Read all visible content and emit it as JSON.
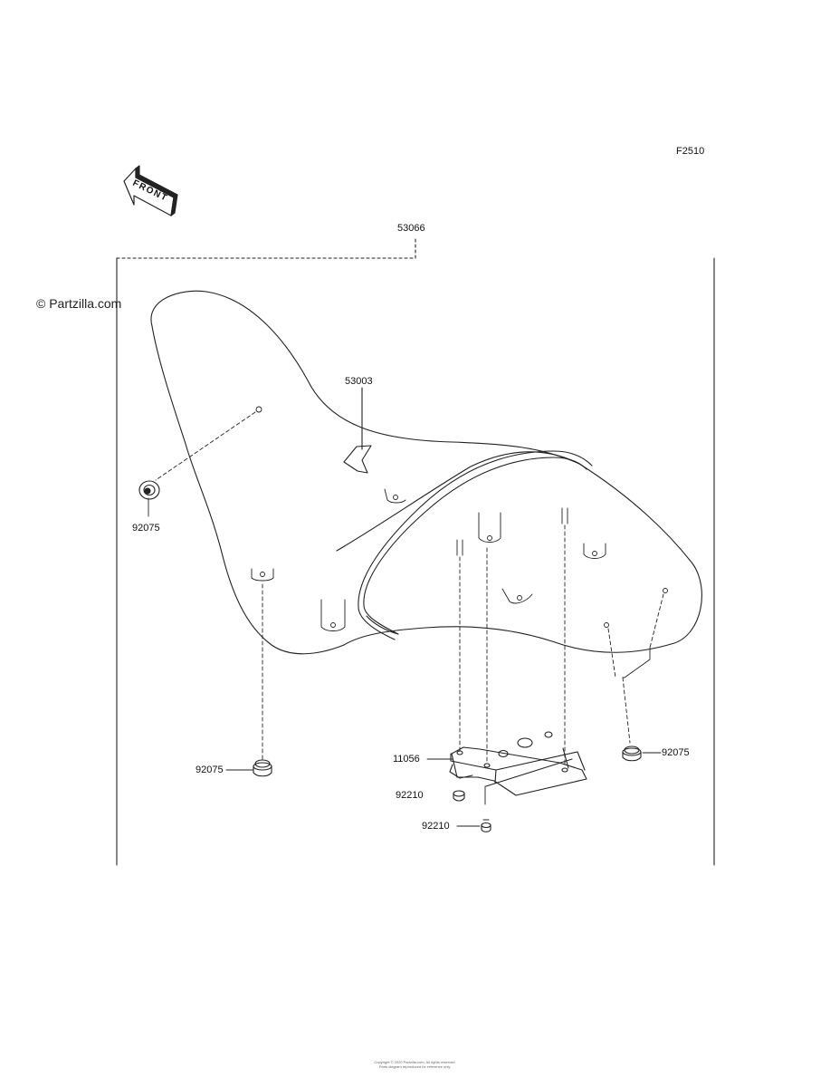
{
  "figure_code": "F2510",
  "front_label": "FRONT",
  "watermark": "© Partzilla.com",
  "parts": {
    "seat_assy": "53066",
    "inner_part": "53003",
    "damper_upper_left": "92075",
    "damper_lower_left": "92075",
    "damper_right": "92075",
    "bracket": "11056",
    "nut_upper": "92210",
    "nut_lower": "92210"
  },
  "footer": {
    "line1": "Copyright © 2020 Partzilla.com, All rights reserved.",
    "line2": "Parts diagram reproduced for reference only."
  }
}
